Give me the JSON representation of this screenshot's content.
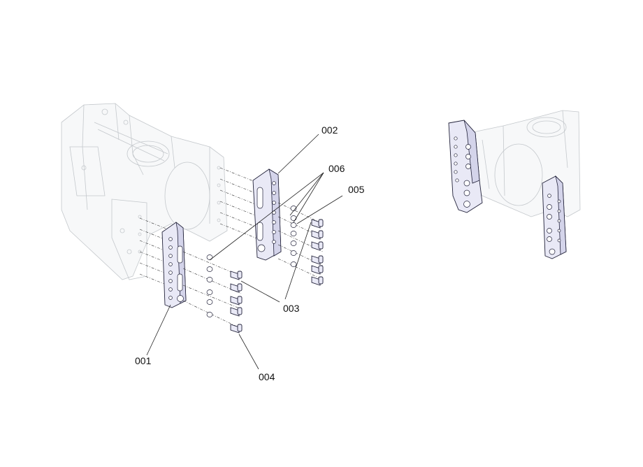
{
  "callouts": {
    "c001": "001",
    "c002": "002",
    "c003": "003",
    "c004": "004",
    "c005": "005",
    "c006": "006"
  },
  "colors": {
    "part_fill": "#e9e9f6",
    "part_stroke": "#22223a",
    "ghost_stroke": "#c4c8cc"
  }
}
